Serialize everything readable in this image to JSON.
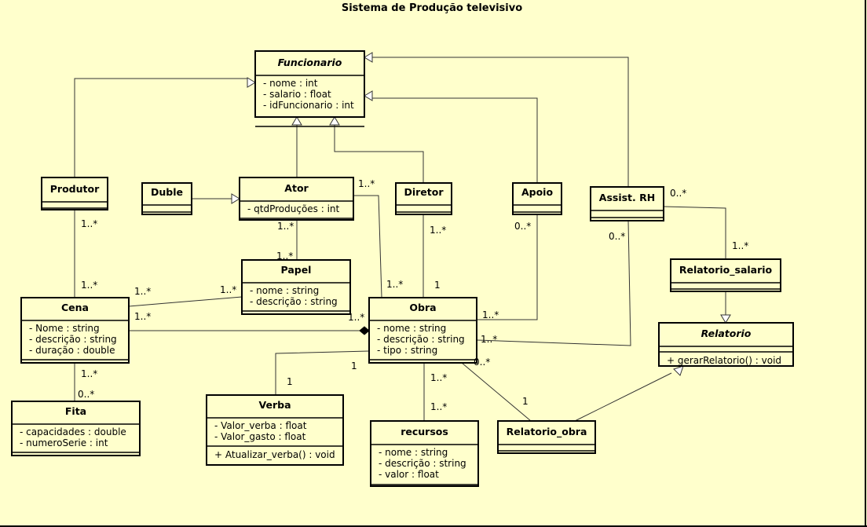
{
  "diagram": {
    "title": "Sistema de Produção televisivo",
    "colors": {
      "background": "#ffffcc",
      "stroke": "#000000",
      "triangle_fill": "#ffffff"
    },
    "classes": [
      {
        "id": "funcionario",
        "name": "Funcionario",
        "abstract": true,
        "attributes": [
          "- nome : int",
          "- salario : float",
          "- idFuncionario : int"
        ],
        "operations": []
      },
      {
        "id": "produtor",
        "name": "Produtor",
        "abstract": false,
        "attributes": [],
        "operations": []
      },
      {
        "id": "duble",
        "name": "Duble",
        "abstract": false,
        "attributes": [],
        "operations": []
      },
      {
        "id": "ator",
        "name": "Ator",
        "abstract": false,
        "attributes": [
          "- qtdProduções : int"
        ],
        "operations": []
      },
      {
        "id": "diretor",
        "name": "Diretor",
        "abstract": false,
        "attributes": [],
        "operations": []
      },
      {
        "id": "apoio",
        "name": "Apoio",
        "abstract": false,
        "attributes": [],
        "operations": []
      },
      {
        "id": "assistrh",
        "name": "Assist. RH",
        "abstract": false,
        "attributes": [],
        "operations": []
      },
      {
        "id": "papel",
        "name": "Papel",
        "abstract": false,
        "attributes": [
          "- nome : string",
          "- descrição : string"
        ],
        "operations": []
      },
      {
        "id": "cena",
        "name": "Cena",
        "abstract": false,
        "attributes": [
          "- Nome : string",
          "- descrição : string",
          "- duração : double"
        ],
        "operations": []
      },
      {
        "id": "obra",
        "name": "Obra",
        "abstract": false,
        "attributes": [
          "- nome : string",
          "- descrição : string",
          "- tipo : string"
        ],
        "operations": []
      },
      {
        "id": "relatorio_salario",
        "name": "Relatorio_salario",
        "abstract": false,
        "attributes": [],
        "operations": []
      },
      {
        "id": "relatorio",
        "name": "Relatorio",
        "abstract": true,
        "attributes": [],
        "operations": [
          "+ gerarRelatorio() : void"
        ]
      },
      {
        "id": "fita",
        "name": "Fita",
        "abstract": false,
        "attributes": [
          "- capacidades : double",
          "- numeroSerie : int"
        ],
        "operations": []
      },
      {
        "id": "verba",
        "name": "Verba",
        "abstract": false,
        "attributes": [
          "- Valor_verba : float",
          "- Valor_gasto : float"
        ],
        "operations": [
          "+ Atualizar_verba() : void"
        ]
      },
      {
        "id": "recursos",
        "name": "recursos",
        "abstract": false,
        "attributes": [
          "- nome : string",
          "- descrição : string",
          "- valor : float"
        ],
        "operations": []
      },
      {
        "id": "relatorio_obra",
        "name": "Relatorio_obra",
        "abstract": false,
        "attributes": [],
        "operations": []
      }
    ],
    "multiplicities": [
      {
        "id": "m1",
        "text": "1..*"
      },
      {
        "id": "m2",
        "text": "1..*"
      },
      {
        "id": "m3",
        "text": "1..*"
      },
      {
        "id": "m4",
        "text": "1..*"
      },
      {
        "id": "m5",
        "text": "1..*"
      },
      {
        "id": "m6",
        "text": "1..*"
      },
      {
        "id": "m7",
        "text": "1..*"
      },
      {
        "id": "m8",
        "text": "1..*"
      },
      {
        "id": "m9",
        "text": "1..*"
      },
      {
        "id": "m10",
        "text": "1..*"
      },
      {
        "id": "m11",
        "text": "1..*"
      },
      {
        "id": "m12",
        "text": "1"
      },
      {
        "id": "m13",
        "text": "0..*"
      },
      {
        "id": "m14",
        "text": "1..*"
      },
      {
        "id": "m15",
        "text": "0..*"
      },
      {
        "id": "m16",
        "text": "1..*"
      },
      {
        "id": "m17",
        "text": "0..*"
      },
      {
        "id": "m18",
        "text": "1..*"
      },
      {
        "id": "m19",
        "text": "1..*"
      },
      {
        "id": "m20",
        "text": "0..*"
      },
      {
        "id": "m21",
        "text": "1"
      },
      {
        "id": "m22",
        "text": "1"
      },
      {
        "id": "m23",
        "text": "1..*"
      },
      {
        "id": "m24",
        "text": "1..*"
      },
      {
        "id": "m25",
        "text": "0..*"
      },
      {
        "id": "m26",
        "text": "1"
      },
      {
        "id": "m27",
        "text": "1..*"
      }
    ]
  }
}
